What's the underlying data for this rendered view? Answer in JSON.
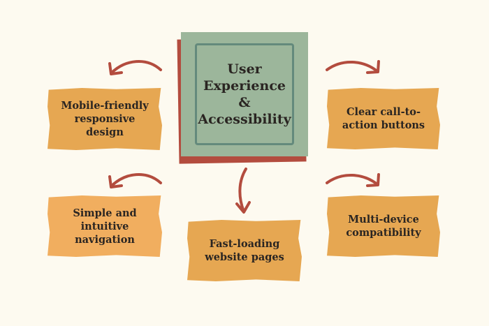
{
  "center": {
    "lines": [
      "User",
      "Experience",
      "&",
      "Accessibility"
    ]
  },
  "nodes": {
    "mobile": "Mobile-friendly responsive design",
    "cta": "Clear call-to-action buttons",
    "navigation": "Simple and intuitive navigation",
    "fast": "Fast-loading website pages",
    "multi": "Multi-device compatibility"
  },
  "colors": {
    "background": "#fdfaf0",
    "center": "#9cb69b",
    "shadow": "#b34c3e",
    "node": "#e6a752",
    "arrow": "#b34c3e"
  }
}
